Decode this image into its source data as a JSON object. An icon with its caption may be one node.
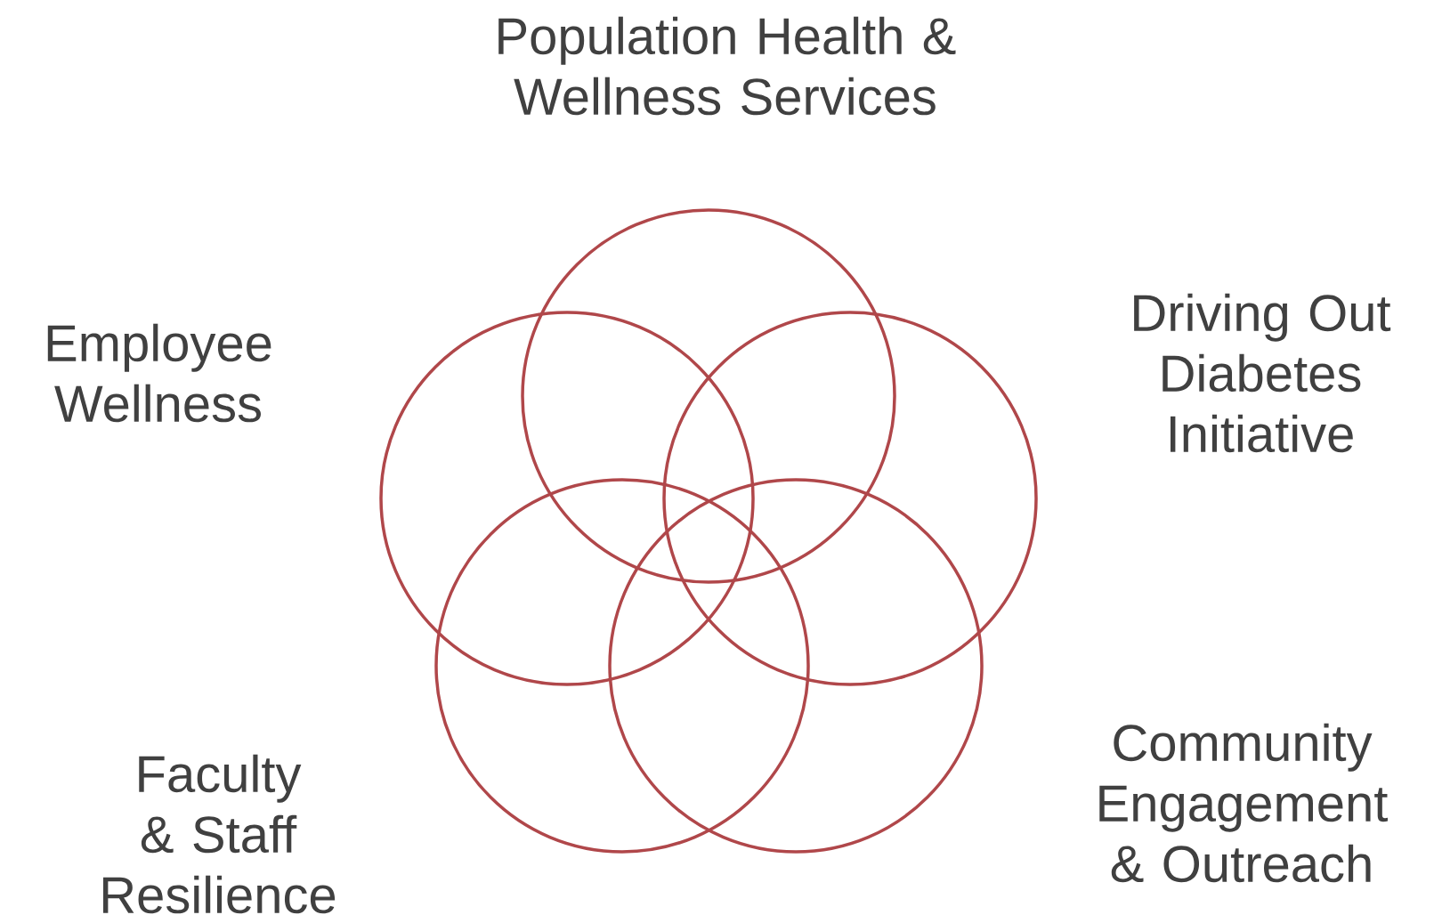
{
  "diagram": {
    "nodes": [
      {
        "text": [
          "Population Health & Wellness Services"
        ]
      },
      {
        "text": [
          "Employee Wellness"
        ]
      },
      {
        "text": [
          "Driving Out Diabetes Initiative"
        ]
      },
      {
        "text": [
          "Faculty & Staff Resilience"
        ]
      },
      {
        "text": [
          "Community Engagement & Outreach"
        ]
      }
    ]
  }
}
